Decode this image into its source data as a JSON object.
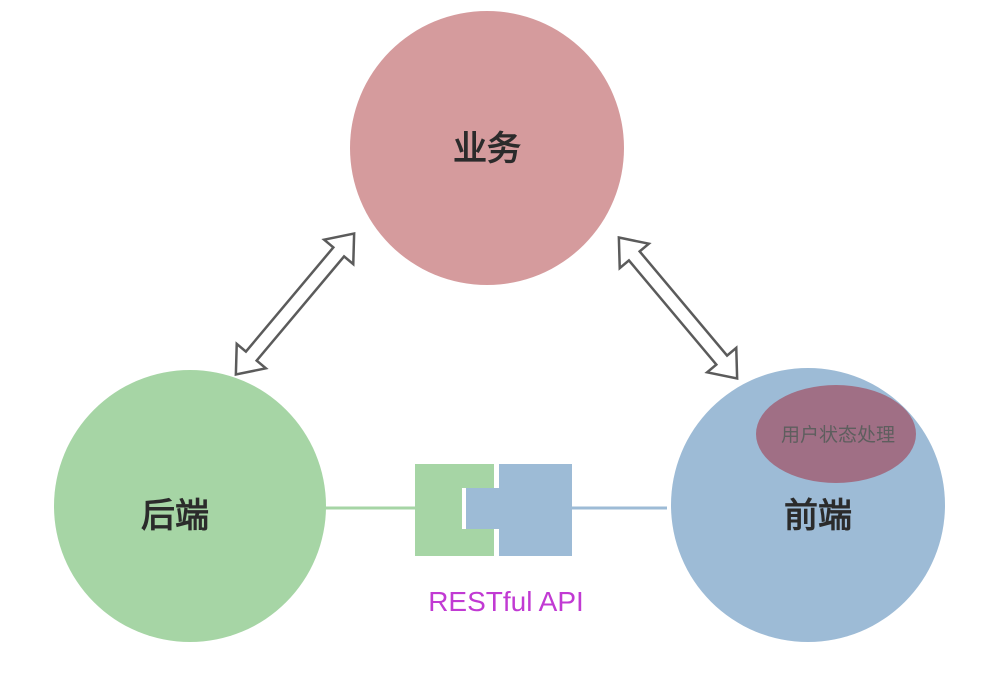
{
  "nodes": {
    "business": {
      "label": "业务"
    },
    "backend": {
      "label": "后端"
    },
    "frontend": {
      "label": "前端",
      "inner_label": "用户状态处理"
    }
  },
  "api": {
    "label": "RESTful API"
  },
  "colors": {
    "business": "#d59b9d",
    "backend": "#a6d5a5",
    "frontend": "#9dbbd6",
    "inner": "#a06f85",
    "api_text": "#c13ad3",
    "arrow_stroke": "#5b5b5b"
  }
}
